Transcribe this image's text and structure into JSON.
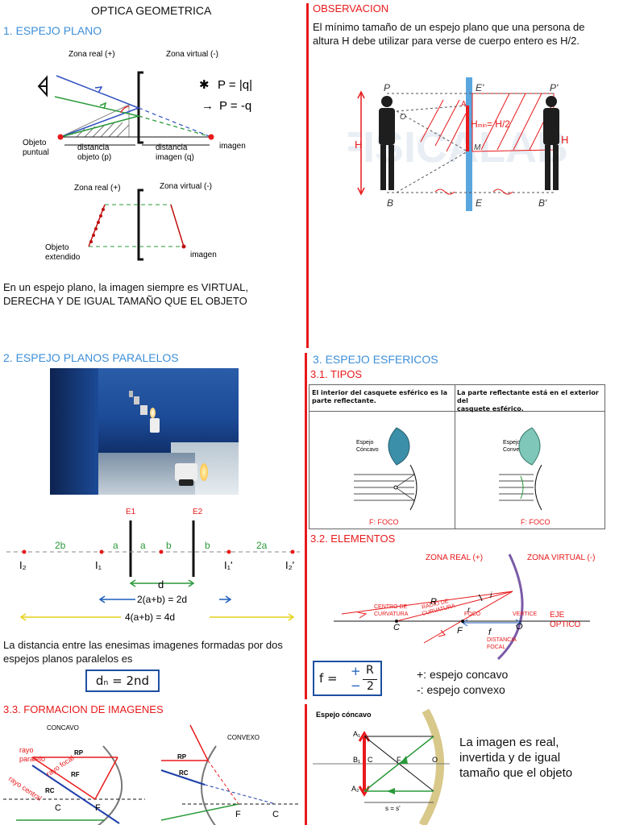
{
  "title": "OPTICA GEOMETRICA",
  "s1": {
    "heading": "1. ESPEJO PLANO",
    "zona_real": "Zona real (+)",
    "zona_virtual": "Zona virtual (-)",
    "formula1": "P = |q|",
    "formula2": "P = -q",
    "objeto_puntual_1": "Objeto",
    "objeto_puntual_2": "puntual",
    "dist_obj_1": "distancia",
    "dist_obj_2": "objeto (p)",
    "dist_img_1": "distancia",
    "dist_img_2": "imagen (q)",
    "imagen": "imagen",
    "zona_real_b": "Zona real (+)",
    "zona_virtual_b": "Zona virtual (-)",
    "objeto_ext_1": "Objeto",
    "objeto_ext_2": "extendido",
    "imagen_b": "imagen",
    "conclusion_1": "En un espejo plano, la imagen siempre es VIRTUAL,",
    "conclusion_2": "DERECHA Y DE IGUAL TAMAÑO QUE EL OBJETO"
  },
  "obs": {
    "heading": "OBSERVACION",
    "text_1": "El mínimo tamaño de un espejo plano que una persona de",
    "text_2": "altura H debe utilizar para verse de cuerpo entero es H/2.",
    "P": "P",
    "Pp": "P'",
    "E": "E",
    "Ep": "E'",
    "B": "B",
    "Bp": "B'",
    "M": "M",
    "A": "A",
    "O": "O",
    "H_left": "H",
    "H_right": "H",
    "Hmin": "H",
    "Hmin_sub": "min",
    "Hmin_val": "= H/2",
    "watermark": "FISICALAB"
  },
  "s2": {
    "heading": "2. ESPEJO PLANOS PARALELOS",
    "E1": "E1",
    "E2": "E2",
    "l_2b": "2b",
    "l_a1": "a",
    "l_a2": "a",
    "l_b1": "b",
    "l_b2": "b",
    "l_2a": "2a",
    "I2": "I₂",
    "I1": "I₁",
    "I1p": "I₁'",
    "I2p": "I₂'",
    "d": "d",
    "eq1": "2(a+b) = 2d",
    "eq2": "4(a+b) = 4d",
    "text_1": "La distancia entre las enesimas imagenes formadas por dos",
    "text_2": "espejos planos paralelos es",
    "formula": "dₙ = 2nd"
  },
  "s3": {
    "heading": "3. ESPEJO ESFERICOS",
    "tipos": "3.1. TIPOS",
    "tipo1_desc_1": "El interior del casquete esférico es la",
    "tipo1_desc_2": "parte reflectante.",
    "tipo2_desc_1": "La parte reflectante está en el exterior del",
    "tipo2_desc_2": "casquete esférico.",
    "tipo1_label_1": "Espejo",
    "tipo1_label_2": "Cóncavo",
    "tipo2_label_1": "Espejo",
    "tipo2_label_2": "Convexo",
    "foco1": "F: FOCO",
    "foco2": "F: FOCO",
    "elementos": "3.2. ELEMENTOS",
    "zona_real": "ZONA REAL (+)",
    "zona_virtual": "ZONA VIRTUAL (-)",
    "centro_1": "CENTRO DE",
    "centro_2": "CURVATURA",
    "radio_1": "RADIO DE",
    "radio_2": "CURVATURA",
    "foco_lbl": "FOCO",
    "vertice": "VERTICE",
    "eje_1": "EJE",
    "eje_2": "OPTICO",
    "dist_focal_1": "DISTANCIA",
    "dist_focal_2": "FOCAL",
    "R": "R",
    "r": "r",
    "i": "i",
    "C": "C",
    "F": "F",
    "O": "O",
    "f": "f",
    "formula_f": "f =",
    "formula_pm": "+",
    "formula_mp": "−",
    "formula_R": "R",
    "formula_2": "2",
    "concavo": "+: espejo concavo",
    "convexo": "-: espejo convexo"
  },
  "s33": {
    "heading": "3.3. FORMACION DE IMAGENES",
    "concavo": "CONCAVO",
    "convexo": "CONVEXO",
    "rayo_paralelo_1": "rayo",
    "rayo_paralelo_2": "paralelo",
    "rayo_focal": "rayo focal",
    "rayo_central": "rayo central",
    "RP": "RP",
    "RF": "RF",
    "RC": "RC",
    "C": "C",
    "F": "F",
    "RP2": "RP",
    "RC2": "RC",
    "F2": "F",
    "C2": "C",
    "espejo_concavo": "Espejo cóncavo",
    "A1": "A₁",
    "B1": "B₁",
    "A2": "A₂",
    "Cx": "C",
    "Fx": "F",
    "Ox": "O",
    "ss": "s = s'",
    "result_1": "La imagen es real,",
    "result_2": "invertida y de igual",
    "result_3": "tamaño que el objeto"
  }
}
